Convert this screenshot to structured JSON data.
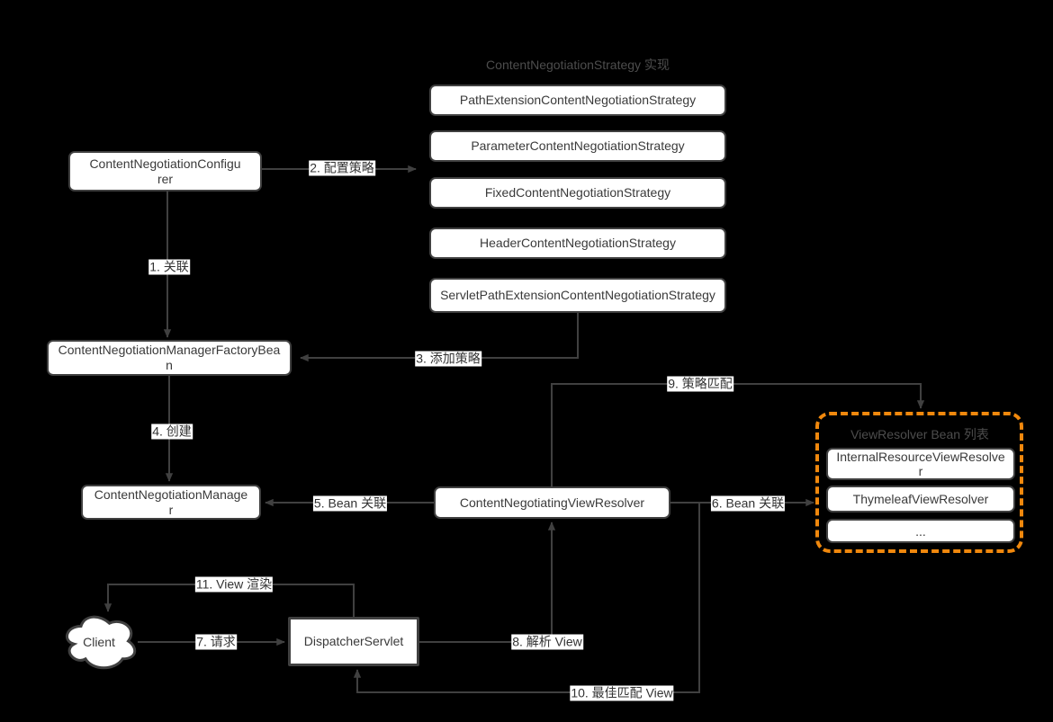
{
  "colors": {
    "bg": "#000000",
    "stroke": "#404040",
    "node-fill": "#ffffff",
    "node-text": "#3a3a3a",
    "label-bg": "#ffffff",
    "label-text": "#333333",
    "muted": "#4d4d4d",
    "orange": "#f0880d"
  },
  "diagram": {
    "strategy_group": {
      "title": "ContentNegotiationStrategy 实现",
      "items": [
        "PathExtensionContentNegotiationStrategy",
        "ParameterContentNegotiationStrategy",
        "FixedContentNegotiationStrategy",
        "HeaderContentNegotiationStrategy",
        "ServletPathExtensionContentNegotiationStrategy"
      ]
    },
    "nodes": {
      "configurer": "ContentNegotiationConfigurer",
      "factory_bean": "ContentNegotiationManagerFactoryBean",
      "manager": "ContentNegotiationManager",
      "negotiating_view_resolver": "ContentNegotiatingViewResolver",
      "dispatcher_servlet": "DispatcherServlet",
      "client": "Client"
    },
    "viewresolver_group": {
      "title": "ViewResolver Bean 列表",
      "items": [
        "InternalResourceViewResolver",
        "ThymeleafViewResolver",
        "..."
      ]
    },
    "edges": {
      "e1": "1. 关联",
      "e2": "2. 配置策略",
      "e3": "3. 添加策略",
      "e4": "4. 创建",
      "e5": "5. Bean 关联",
      "e6": "6. Bean 关联",
      "e7": "7. 请求",
      "e8": "8. 解析 View",
      "e9": "9. 策略匹配",
      "e10": "10. 最佳匹配 View",
      "e11": "11. View 渲染"
    }
  }
}
